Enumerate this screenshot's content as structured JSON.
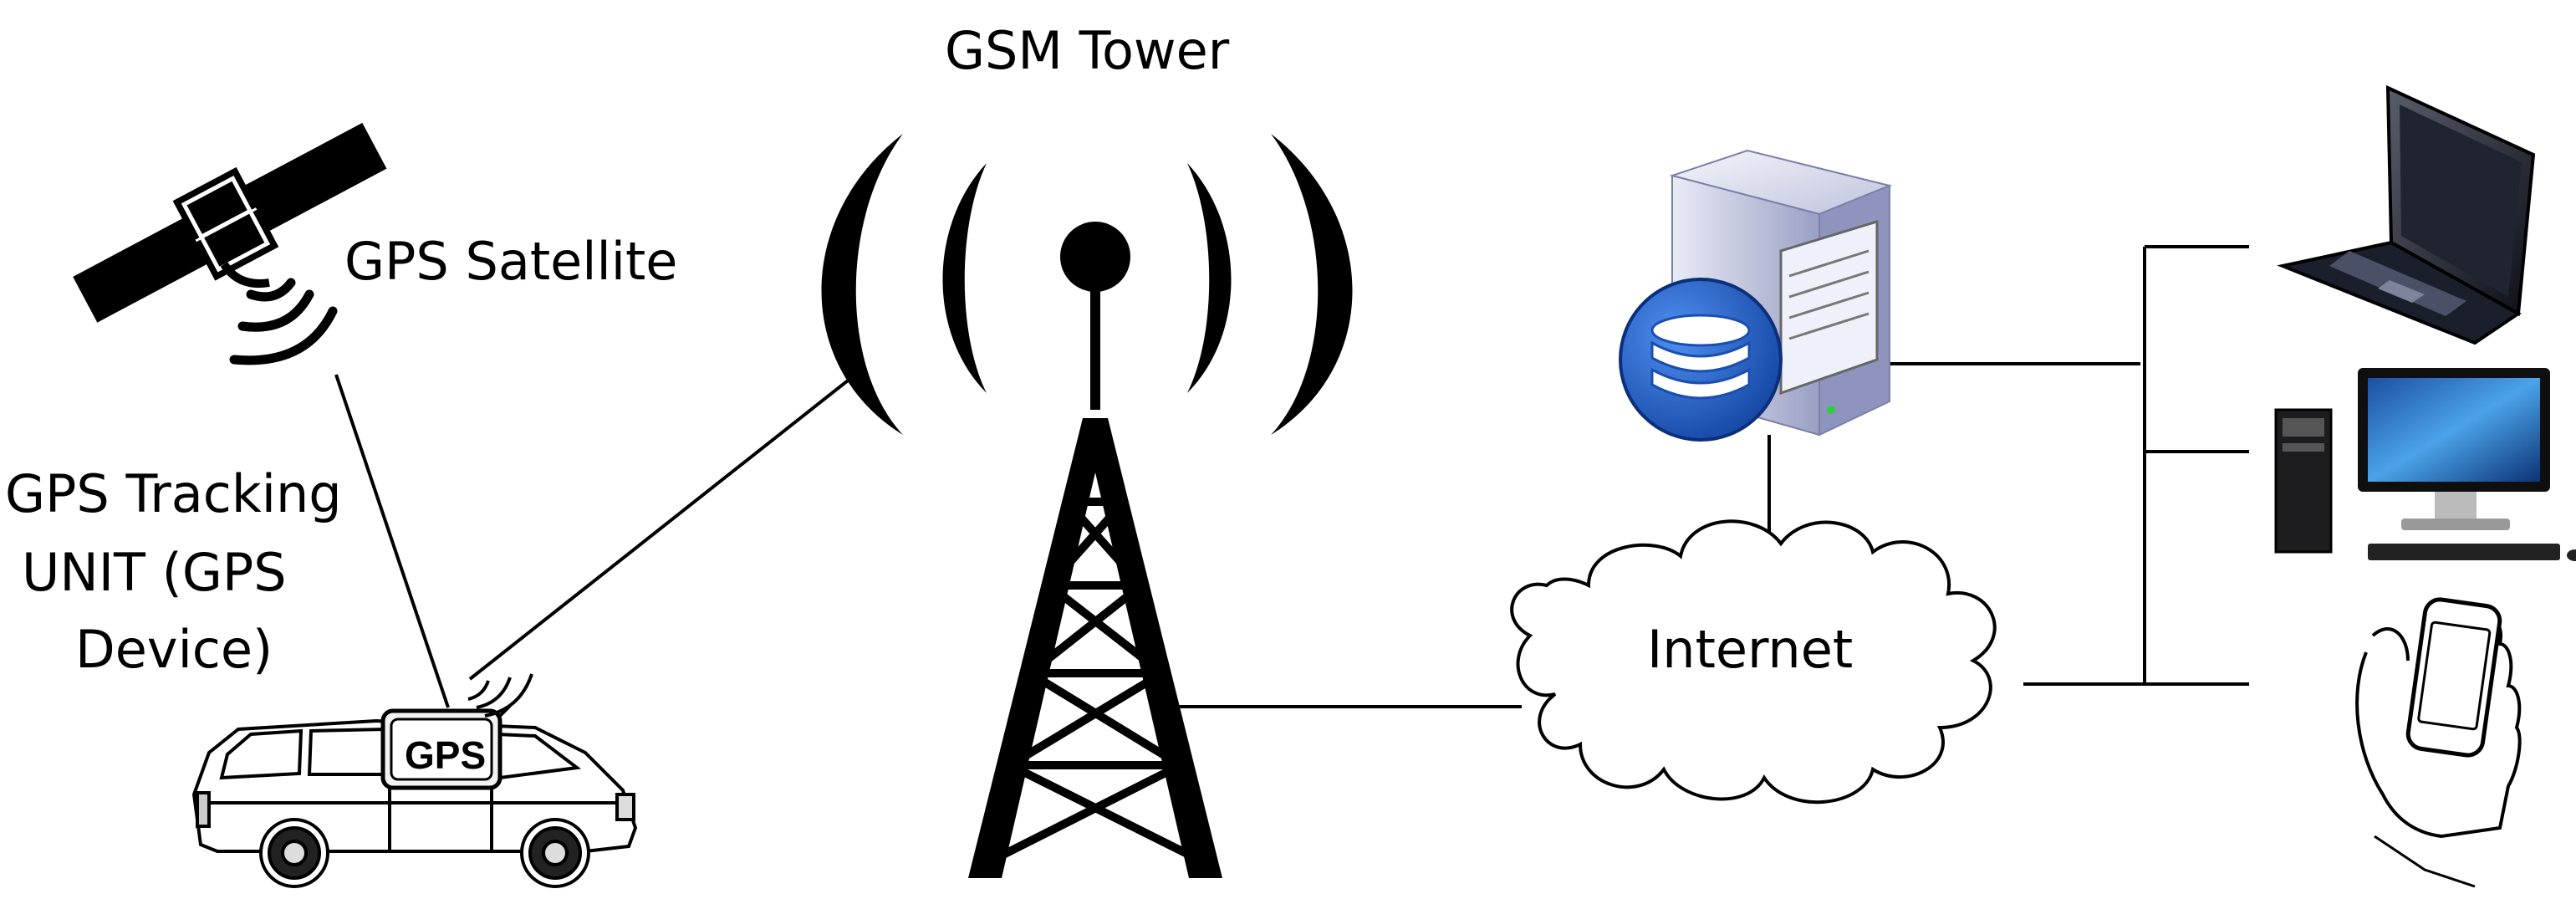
{
  "labels": {
    "gsm_tower": "GSM Tower",
    "gps_satellite": "GPS Satellite",
    "tracking_unit_line1": "GPS Tracking",
    "tracking_unit_line2": "UNIT (GPS",
    "tracking_unit_line3": "Device)",
    "internet": "Internet",
    "gps_box": "GPS"
  },
  "nodes": [
    {
      "id": "gps-satellite",
      "icon": "satellite-icon"
    },
    {
      "id": "gsm-tower",
      "icon": "cell-tower-icon"
    },
    {
      "id": "vehicle",
      "icon": "suv-icon"
    },
    {
      "id": "gps-device",
      "icon": "gps-device-icon"
    },
    {
      "id": "server",
      "icon": "database-server-icon"
    },
    {
      "id": "internet",
      "icon": "cloud-icon"
    },
    {
      "id": "laptop",
      "icon": "laptop-icon"
    },
    {
      "id": "desktop",
      "icon": "desktop-computer-icon"
    },
    {
      "id": "smartphone",
      "icon": "smartphone-icon"
    }
  ],
  "connections": [
    [
      "gps-satellite",
      "gps-device"
    ],
    [
      "gps-device",
      "gsm-tower"
    ],
    [
      "gsm-tower",
      "internet"
    ],
    [
      "server",
      "internet"
    ],
    [
      "server",
      "laptop"
    ],
    [
      "server",
      "desktop"
    ],
    [
      "internet",
      "smartphone"
    ]
  ],
  "colors": {
    "line": "#000000",
    "server_body": "#c7cbe3",
    "database_blue": "#1f5fd1",
    "screen_blue": "#2a73c9"
  }
}
